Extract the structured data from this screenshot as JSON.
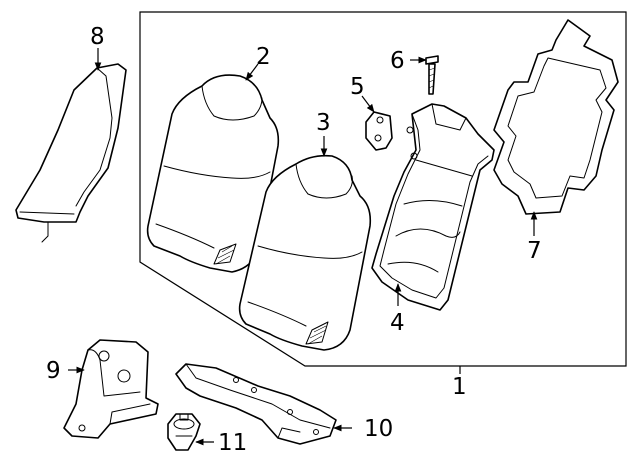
{
  "diagram": {
    "kind": "seat-back-exploded-parts",
    "callouts": [
      {
        "id": "c1",
        "label": "1"
      },
      {
        "id": "c2",
        "label": "2"
      },
      {
        "id": "c3",
        "label": "3"
      },
      {
        "id": "c4",
        "label": "4"
      },
      {
        "id": "c5",
        "label": "5"
      },
      {
        "id": "c6",
        "label": "6"
      },
      {
        "id": "c7",
        "label": "7"
      },
      {
        "id": "c8",
        "label": "8"
      },
      {
        "id": "c9",
        "label": "9"
      },
      {
        "id": "c10",
        "label": "10"
      },
      {
        "id": "c11",
        "label": "11"
      }
    ],
    "colors": {
      "line": "#000000",
      "background": "#ffffff"
    }
  }
}
